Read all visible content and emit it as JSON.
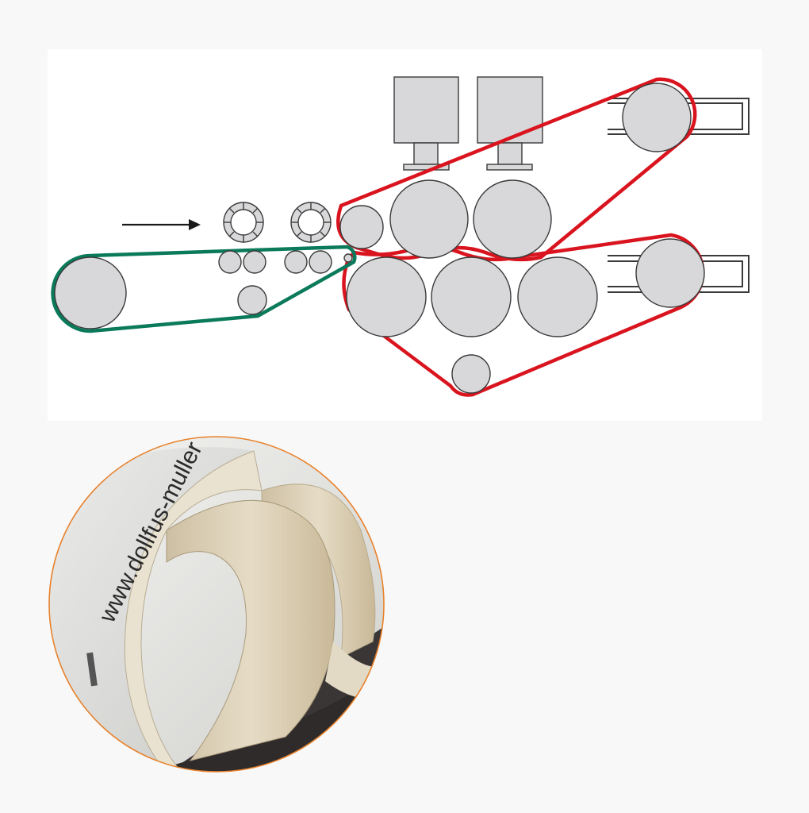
{
  "colors": {
    "page_background": "#f8f8f8",
    "panel_background": "#ffffff",
    "feed_belt": "#0a7a5a",
    "press_belt": "#d9141e",
    "roller_fill": "#d8d8da",
    "outline": "#3a3a3a",
    "photo_border": "#e8822c",
    "felt_cream": "#efe7d4",
    "felt_grey": "#d9d9d6",
    "background_dark": "#3a3636"
  },
  "arrow": {
    "direction": "right",
    "meaning": "material-feed-direction"
  },
  "photo": {
    "subject": "rolled felt belt sample",
    "belt_print": "www.dollfus-muller"
  }
}
